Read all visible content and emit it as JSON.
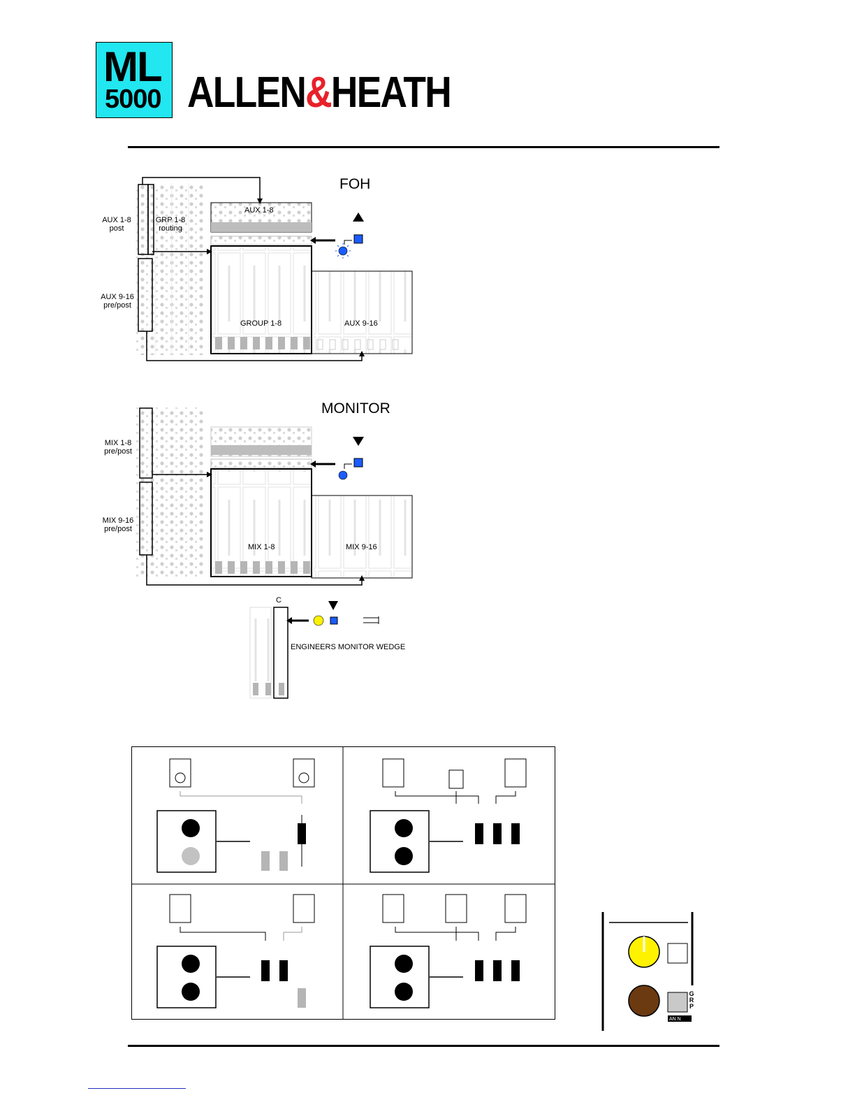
{
  "logo": {
    "model_top": "ML",
    "model_bottom": "5000",
    "brand_left": "ALLEN",
    "brand_amp": "&",
    "brand_right": "HEATH"
  },
  "colors": {
    "logo_bg": "#22e6f0",
    "brand_amp": "#e8212a",
    "led_blue": "#1a5cff",
    "led_yellow": "#fff200",
    "knob_brown": "#6b3a10",
    "panel_grey": "#bdbdbd"
  },
  "foh": {
    "title": "FOH",
    "arrow": "▲",
    "labels": {
      "aux_1_8_post_line1": "AUX 1-8",
      "aux_1_8_post_line2": "post",
      "grp_routing_line1": "GRP 1-8",
      "grp_routing_line2": "routing",
      "aux_9_16_line1": "AUX 9-16",
      "aux_9_16_line2": "pre/post",
      "top_block": "AUX 1-8",
      "group_block": "GROUP 1-8",
      "aux_block": "AUX 9-16"
    }
  },
  "monitor": {
    "title": "MONITOR",
    "arrow": "▼",
    "labels": {
      "mix_1_8_line1": "MIX 1-8",
      "mix_1_8_line2": "pre/post",
      "mix_9_16_line1": "MIX 9-16",
      "mix_9_16_line2": "pre/post",
      "mix_1_8_block": "MIX 1-8",
      "mix_9_16_block": "MIX 9-16"
    }
  },
  "wedge": {
    "channel_label": "C",
    "arrow": "▼",
    "caption": "ENGINEERS MONITOR WEDGE"
  },
  "side_panel": {
    "grp_label": "GRP",
    "letter_n": "N",
    "badge": "AN N"
  },
  "icons": [
    "speaker-cabinet-icon",
    "knob-icon",
    "fader-icon",
    "led-icon",
    "switch-icon"
  ]
}
